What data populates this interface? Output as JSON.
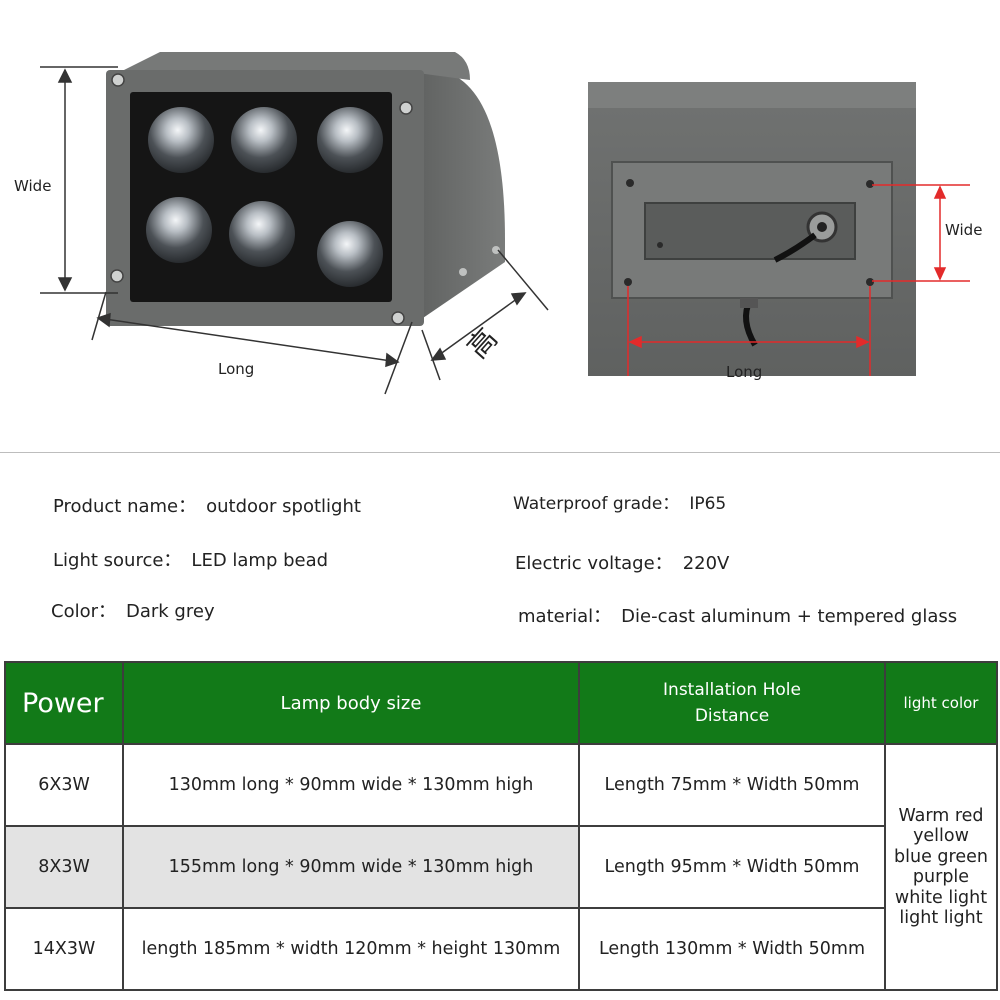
{
  "figure": {
    "left_view": {
      "wide_label": "Wide",
      "long_label": "Long",
      "high_label": "高"
    },
    "right_view": {
      "wide_label": "Wide",
      "long_label": "Long"
    },
    "colors": {
      "housing": "#6b6d6c",
      "lens_panel": "#151515",
      "dimension_line_red": "#e32b2b",
      "header_green": "#127a18"
    }
  },
  "specs": {
    "product_name": {
      "label": "Product name：",
      "value": "outdoor spotlight"
    },
    "light_source": {
      "label": "Light source：",
      "value": "LED lamp bead"
    },
    "color": {
      "label": "Color：",
      "value": "Dark grey"
    },
    "waterproof": {
      "label": "Waterproof grade：",
      "value": "IP65"
    },
    "voltage": {
      "label": "Electric voltage：",
      "value": "220V"
    },
    "material": {
      "label": "material：",
      "value": "Die-cast aluminum + tempered glass"
    }
  },
  "table": {
    "headers": {
      "power": "Power",
      "size": "Lamp body size",
      "hole_line1": "Installation Hole",
      "hole_line2": "Distance",
      "color": "light color"
    },
    "rows": [
      {
        "power": "6X3W",
        "size": "130mm long * 90mm wide * 130mm high",
        "hole": "Length 75mm * Width 50mm"
      },
      {
        "power": "8X3W",
        "size": "155mm long * 90mm wide * 130mm high",
        "hole": "Length 95mm * Width 50mm"
      },
      {
        "power": "14X3W",
        "size": "length 185mm * width 120mm * height 130mm",
        "hole": "Length 130mm * Width 50mm"
      }
    ],
    "light_colors": [
      "Warm red",
      "yellow",
      "blue green",
      "purple",
      "white light",
      "light light"
    ]
  }
}
